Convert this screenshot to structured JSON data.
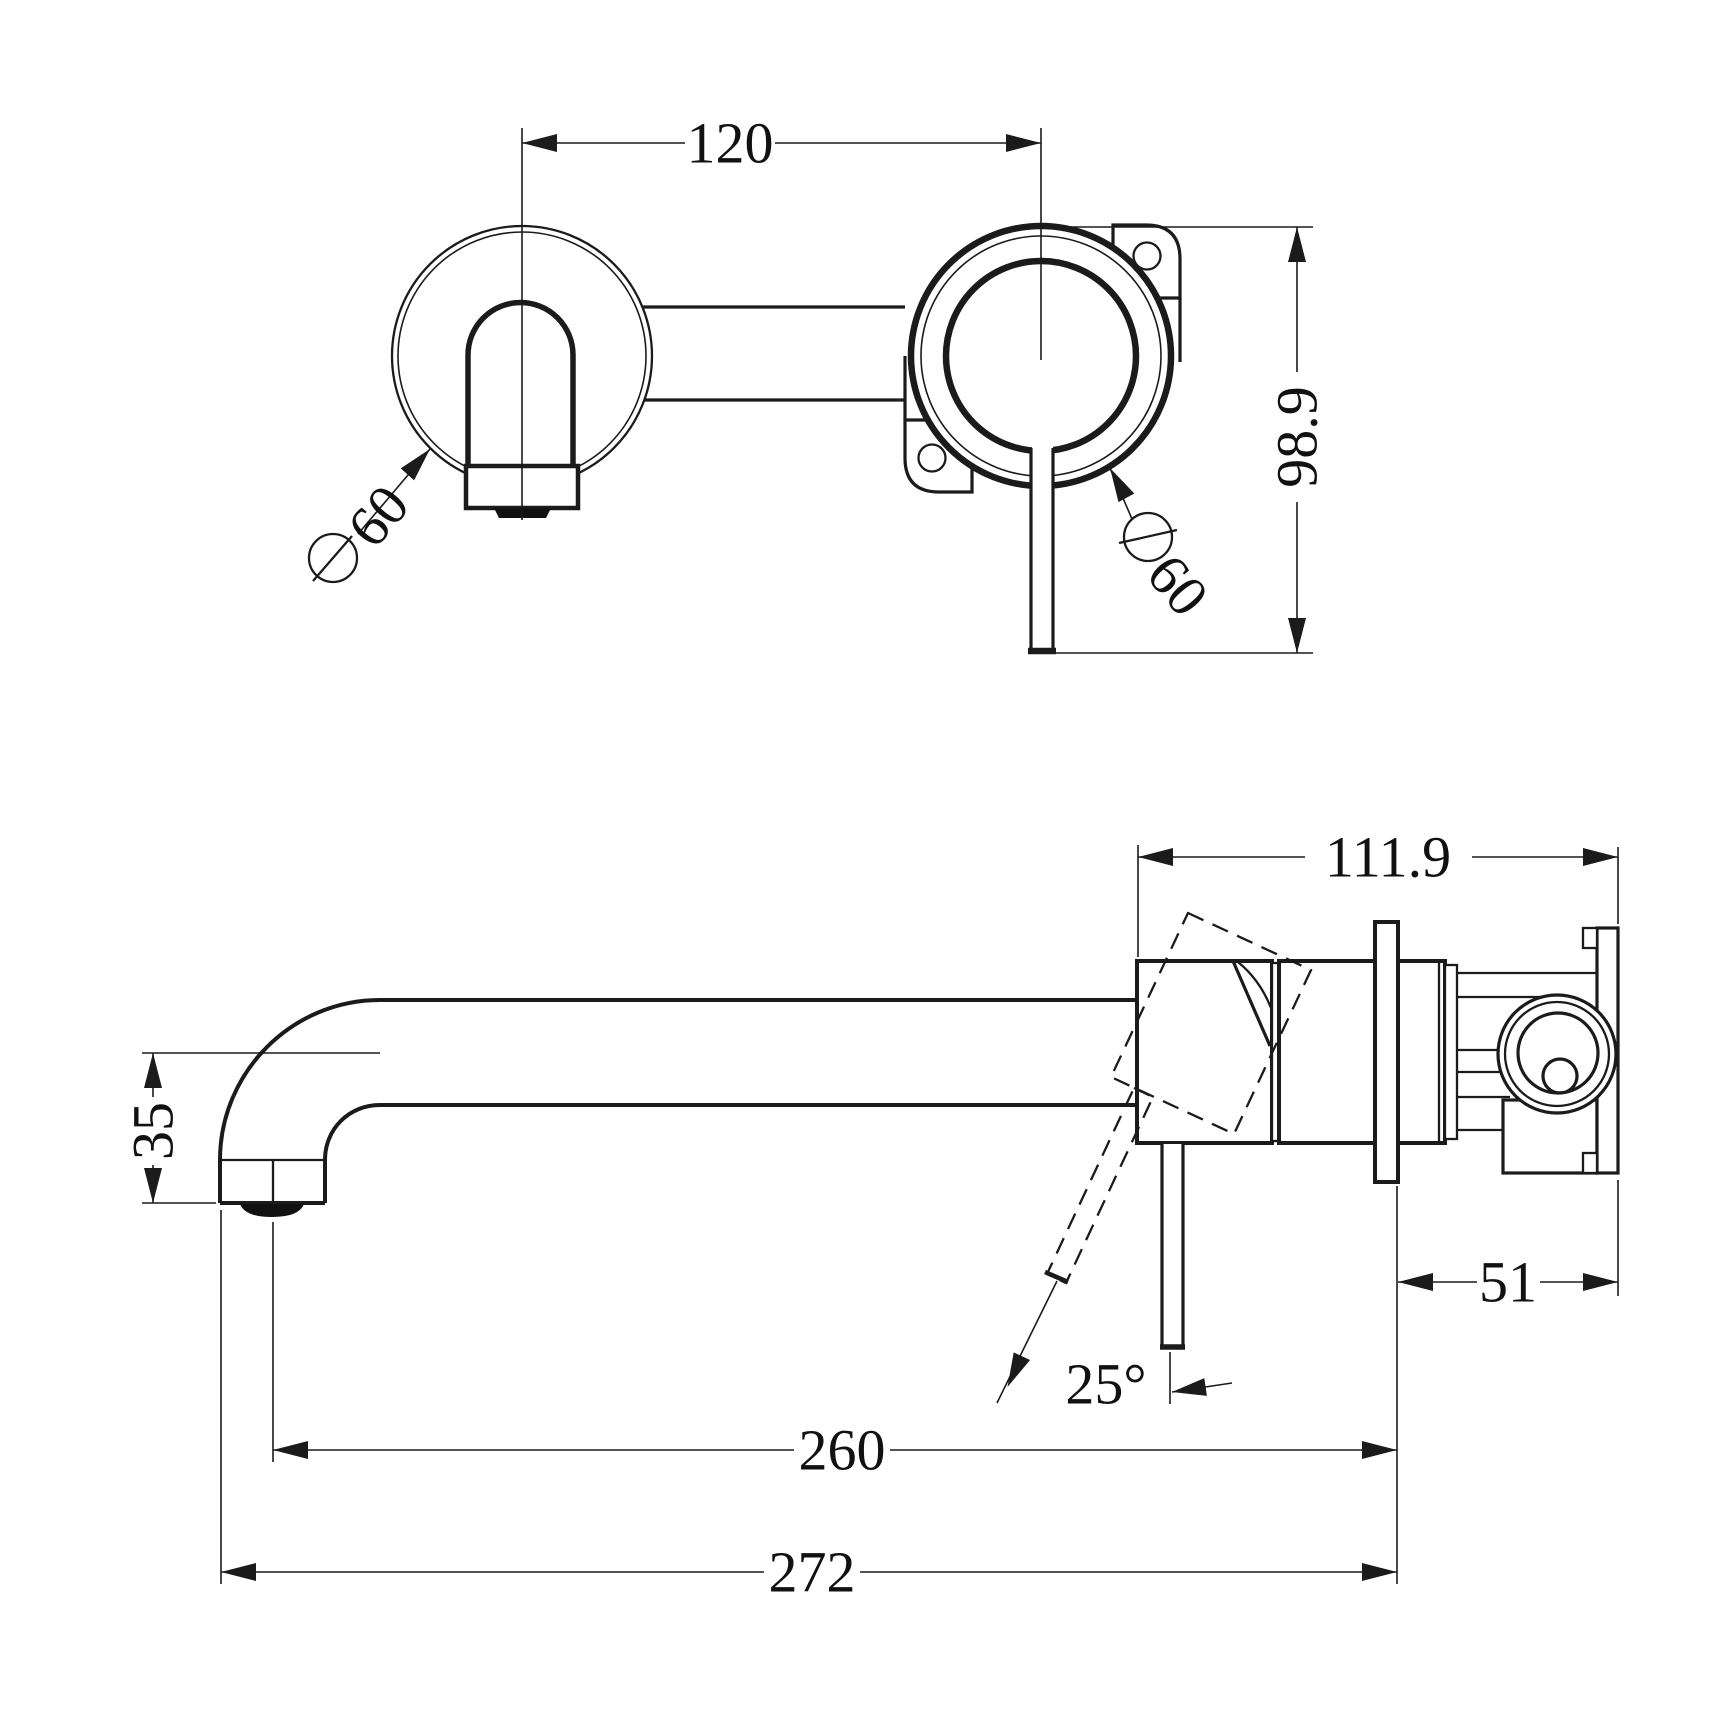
{
  "front_view": {
    "dim_center_distance": "120",
    "dim_height": "98.9",
    "dim_spout_plate_diameter": "60",
    "dim_mixer_plate_diameter": "60"
  },
  "side_view": {
    "dim_wall_depth": "111.9",
    "dim_spout_drop": "35",
    "dim_trim_depth": "51",
    "dim_handle_angle": "25°",
    "dim_spout_reach": "260",
    "dim_overall_length": "272"
  },
  "colors": {
    "ink": "#1b1b1b",
    "background": "#ffffff"
  }
}
